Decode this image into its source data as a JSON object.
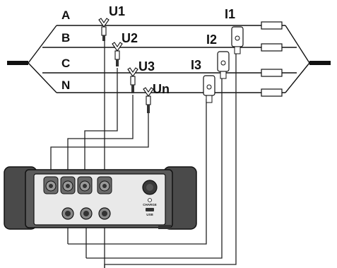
{
  "phases": [
    {
      "label": "A"
    },
    {
      "label": "B"
    },
    {
      "label": "C"
    },
    {
      "label": "N"
    }
  ],
  "voltage_probes": [
    {
      "label": "U1"
    },
    {
      "label": "U2"
    },
    {
      "label": "U3"
    },
    {
      "label": "Un"
    }
  ],
  "current_clamps": [
    {
      "label": "I1"
    },
    {
      "label": "I2"
    },
    {
      "label": "I3"
    }
  ],
  "device": {
    "charge_label": "CHARGE",
    "usb_label": "USB",
    "colors": {
      "body": "#4a4a4a",
      "panel": "#e9e9e9",
      "wire": "#222222"
    }
  }
}
